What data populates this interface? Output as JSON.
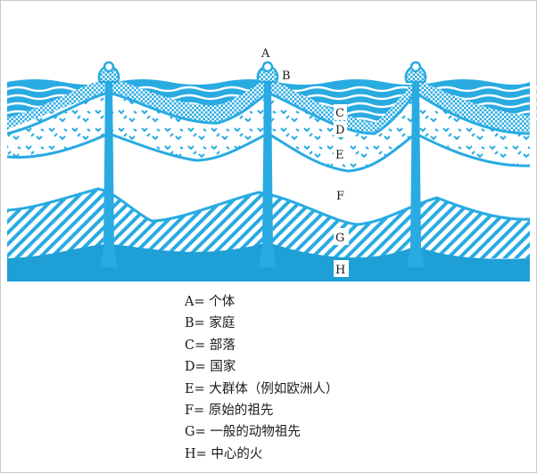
{
  "diagram": {
    "colors": {
      "water": "#29abe2",
      "dark_band": "#1e9fd6",
      "background": "#ffffff",
      "text": "#1a1a1a"
    },
    "layer_labels": [
      "A",
      "B",
      "C",
      "D",
      "E",
      "F",
      "G",
      "H"
    ]
  },
  "legend": {
    "items": [
      "A= 个体",
      "B= 家庭",
      "C= 部落",
      "D= 国家",
      "E= 大群体（例如欧洲人）",
      "F= 原始的祖先",
      "G= 一般的动物祖先",
      "H= 中心的火"
    ]
  }
}
